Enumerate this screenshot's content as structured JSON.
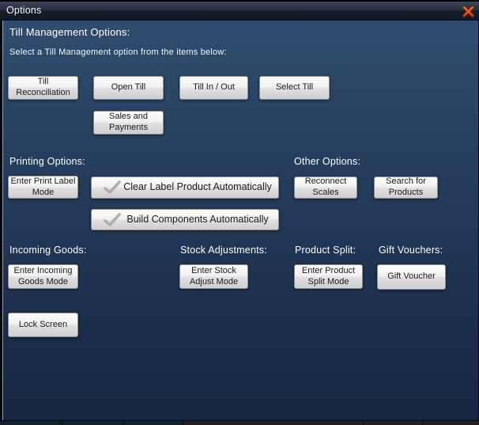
{
  "window": {
    "title": "Options"
  },
  "icons": {
    "close": "close-x-icon",
    "checked": "checkmark-icon"
  },
  "colors": {
    "close_button_orange": "#f4581c",
    "close_button_outline": "#8c2505",
    "dialog_bg_top": "#2f4d6f",
    "dialog_bg_bottom": "#162540",
    "titlebar_bg": "#1c2634",
    "left_edge_line": "#8ba3bf",
    "button_face_top": "#fdfdfd",
    "button_face_bottom": "#cecece",
    "button_border": "#8f8f8f",
    "button_text": "#1c1c1c",
    "heading_text": "#ffffff",
    "checkmark_gray": "#aeaeae"
  },
  "sections": {
    "till_management": {
      "heading": "Till Management Options:",
      "subheading": "Select a Till Management option from the items below:",
      "buttons": {
        "till_reconciliation": "Till Reconciliation",
        "open_till": "Open Till",
        "till_in_out": "Till In / Out",
        "select_till": "Select Till",
        "sales_and_payments": "Sales and Payments"
      }
    },
    "printing_options": {
      "heading": "Printing Options:",
      "buttons": {
        "enter_print_label_mode": "Enter Print Label Mode",
        "clear_label_product": "Clear Label Product Automatically",
        "build_components": "Build Components Automatically"
      },
      "toggle_state": "checked"
    },
    "other_options": {
      "heading": "Other Options:",
      "buttons": {
        "reconnect_scales": "Reconnect Scales",
        "search_for_products": "Search for Products"
      }
    },
    "incoming_goods": {
      "heading": "Incoming Goods:",
      "buttons": {
        "enter_incoming_goods_mode": "Enter Incoming Goods Mode"
      }
    },
    "stock_adjustments": {
      "heading": "Stock Adjustments:",
      "buttons": {
        "enter_stock_adjust_mode": "Enter Stock Adjust Mode"
      }
    },
    "product_split": {
      "heading": "Product Split:",
      "buttons": {
        "enter_product_split_mode": "Enter Product Split Mode"
      }
    },
    "gift_vouchers": {
      "heading": "Gift Vouchers:",
      "buttons": {
        "gift_voucher": "Gift Voucher"
      }
    },
    "misc": {
      "buttons": {
        "lock_screen": "Lock Screen"
      }
    }
  }
}
